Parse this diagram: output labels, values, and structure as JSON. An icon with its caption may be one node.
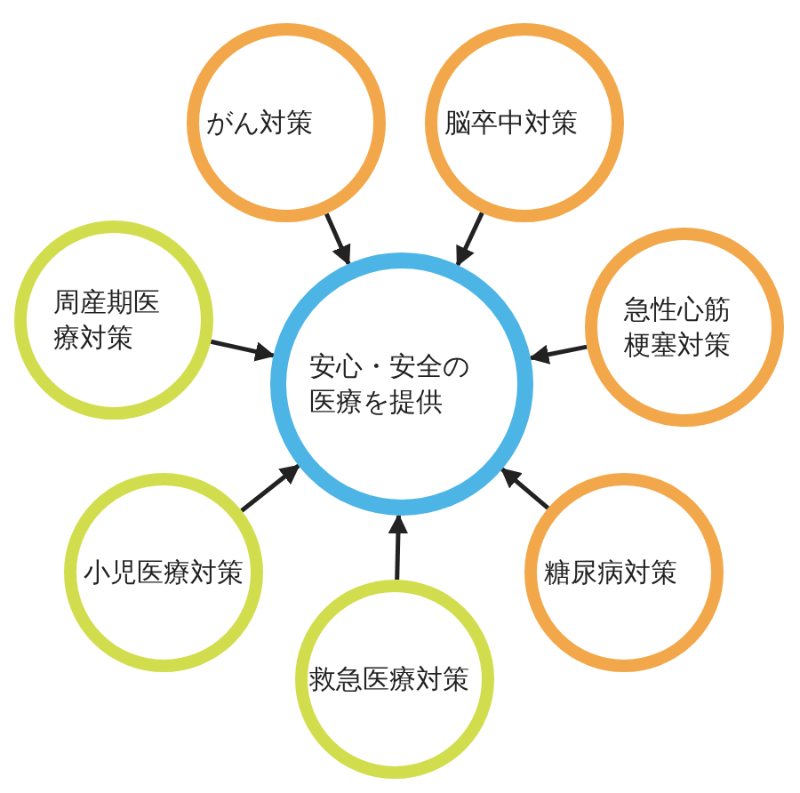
{
  "diagram": {
    "nodes": [
      {
        "text": [
          "がん対策"
        ]
      },
      {
        "text": [
          "脳卒中対策"
        ]
      },
      {
        "text": [
          "周産期医療対策"
        ]
      },
      {
        "text": [
          "安心・安全の医療を提供"
        ]
      },
      {
        "text": [
          "急性心筋梗塞対策"
        ]
      },
      {
        "text": [
          "小児医療対策"
        ]
      },
      {
        "text": [
          "糖尿病対策"
        ]
      },
      {
        "text": [
          "救急医療対策"
        ]
      }
    ],
    "edges": [
      {
        "from": 0,
        "to": 3,
        "arrow": "to"
      },
      {
        "from": 1,
        "to": 3,
        "arrow": "to"
      },
      {
        "from": 2,
        "to": 3,
        "arrow": "to"
      },
      {
        "from": 4,
        "to": 3,
        "arrow": "to"
      },
      {
        "from": 5,
        "to": 3,
        "arrow": "to"
      },
      {
        "from": 6,
        "to": 3,
        "arrow": "to"
      },
      {
        "from": 7,
        "to": 3,
        "arrow": "to"
      }
    ]
  }
}
